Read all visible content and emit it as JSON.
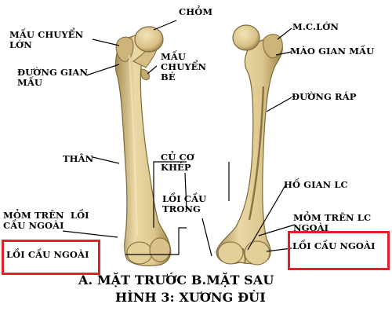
{
  "labels": {
    "chom": "CHỎM",
    "mau_chuyen_lon": "MẤU CHUYỂN\nLỚN",
    "duong_gian_mau": "ĐƯỜNG GIAN\nMẤU",
    "mau_chuyen_be": "MẤU\nCHUYỂN\nBÉ",
    "than": "THÂN",
    "cu_co_khep": "CỦ CƠ\nKHÉP",
    "loi_cau_trong": "LỒI CẦU\nTRONG",
    "mom_tren_loi_cau_ngoai": "MỎM TRÊN  LỒI\nCẦU NGOÀI",
    "loi_cau_ngoai_front": "LỒI CẦU NGOÀI",
    "mc_lon": "M.C.LỚN",
    "mao_gian_mau": "MÀO GIAN MẤU",
    "duong_rap": "ĐƯỜNG RÁP",
    "ho_gian_lc": "HỐ GIAN LC",
    "mom_tren_lc_ngoai": "MỎM TRÊN LC\nNGOÀI",
    "loi_cau_ngoai_back": "LỒI CẦU NGOÀI"
  },
  "caption": {
    "views": "A. MẶT TRƯỚC    B.MẶT SAU",
    "title": "HÌNH 3: XƯƠNG ĐÙI"
  },
  "colors": {
    "highlight": "#e0202a",
    "bone": "#e3cf98",
    "bone_shade": "#b39a5c",
    "bone_dark": "#8c7441"
  }
}
